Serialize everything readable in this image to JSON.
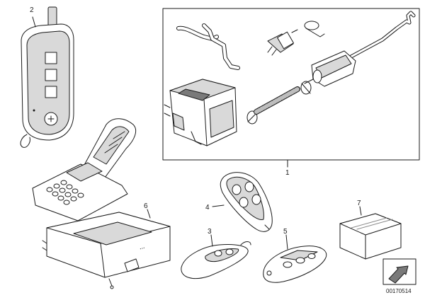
{
  "callouts": {
    "c1": "1",
    "c2": "2",
    "c3": "3",
    "c4": "4",
    "c5": "5",
    "c6": "6",
    "c7": "7"
  },
  "document_number": "00170514",
  "icons": {
    "orientation": "arrow-icon"
  }
}
